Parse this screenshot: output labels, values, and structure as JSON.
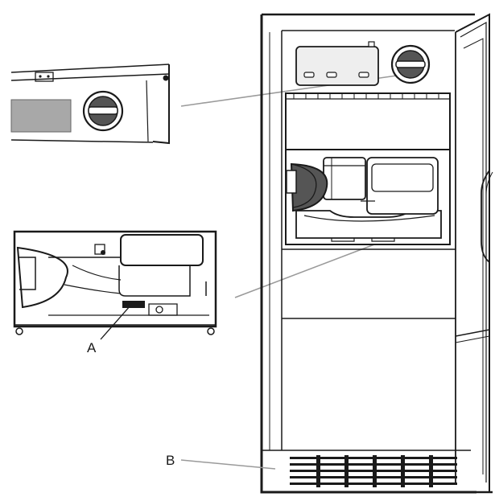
{
  "labels": {
    "a": "A",
    "b": "B"
  },
  "colors": {
    "line": "#1a1a1a",
    "leader": "#9a9a9a",
    "shade": "#a8a8a8",
    "dark": "#555555",
    "panel": "#eeeeee"
  },
  "icons": {
    "control-knob": "dial",
    "scoop": "ice-scoop",
    "grille": "vent-grille"
  }
}
